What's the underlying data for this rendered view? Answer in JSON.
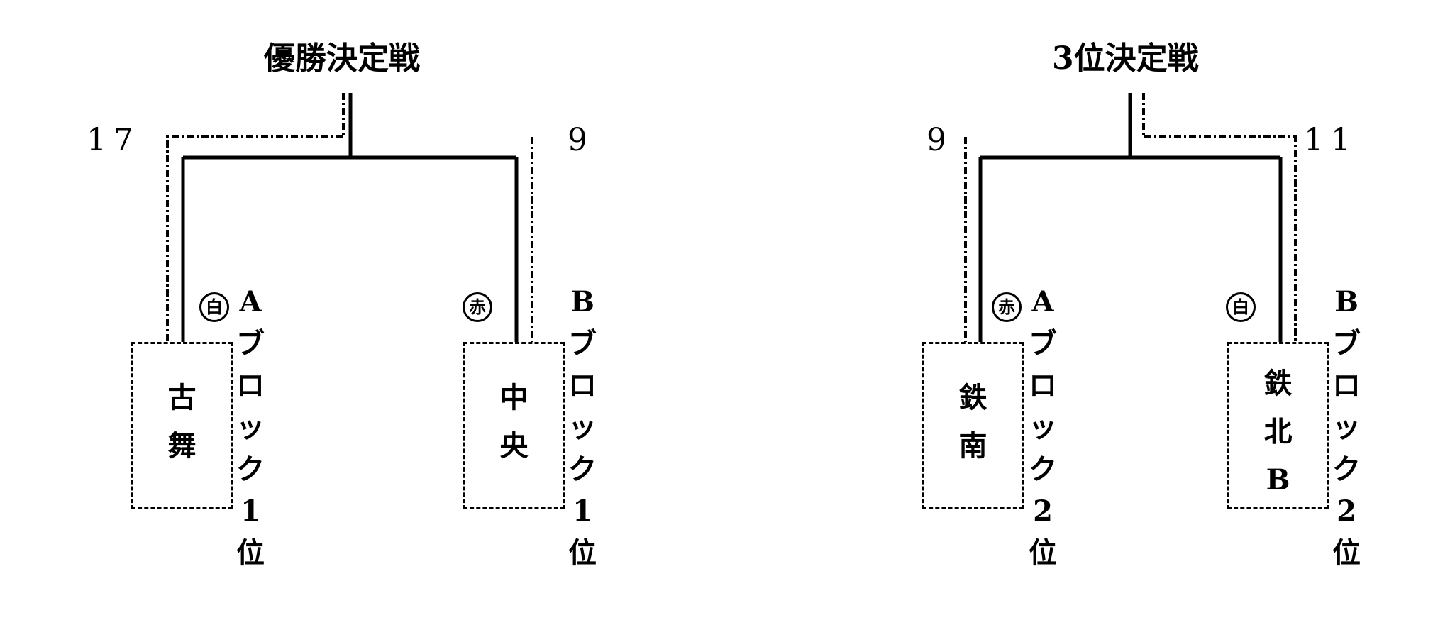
{
  "brackets": [
    {
      "title": "優勝決定戦",
      "left": {
        "score": "17",
        "team": [
          "古",
          "舞"
        ],
        "color_mark": "白",
        "block": [
          "A",
          "ブ",
          "ロ",
          "ッ",
          "ク",
          "1",
          "位"
        ]
      },
      "right": {
        "score": "9",
        "team": [
          "中",
          "央"
        ],
        "color_mark": "赤",
        "block": [
          "B",
          "ブ",
          "ロ",
          "ッ",
          "ク",
          "1",
          "位"
        ]
      }
    },
    {
      "title": "3位決定戦",
      "left": {
        "score": "9",
        "team": [
          "鉄",
          "南"
        ],
        "color_mark": "赤",
        "block": [
          "A",
          "ブ",
          "ロ",
          "ッ",
          "ク",
          "2",
          "位"
        ]
      },
      "right": {
        "score": "11",
        "team": [
          "鉄",
          "北",
          "B"
        ],
        "color_mark": "白",
        "block": [
          "B",
          "ブ",
          "ロ",
          "ッ",
          "ク",
          "2",
          "位"
        ]
      }
    }
  ]
}
